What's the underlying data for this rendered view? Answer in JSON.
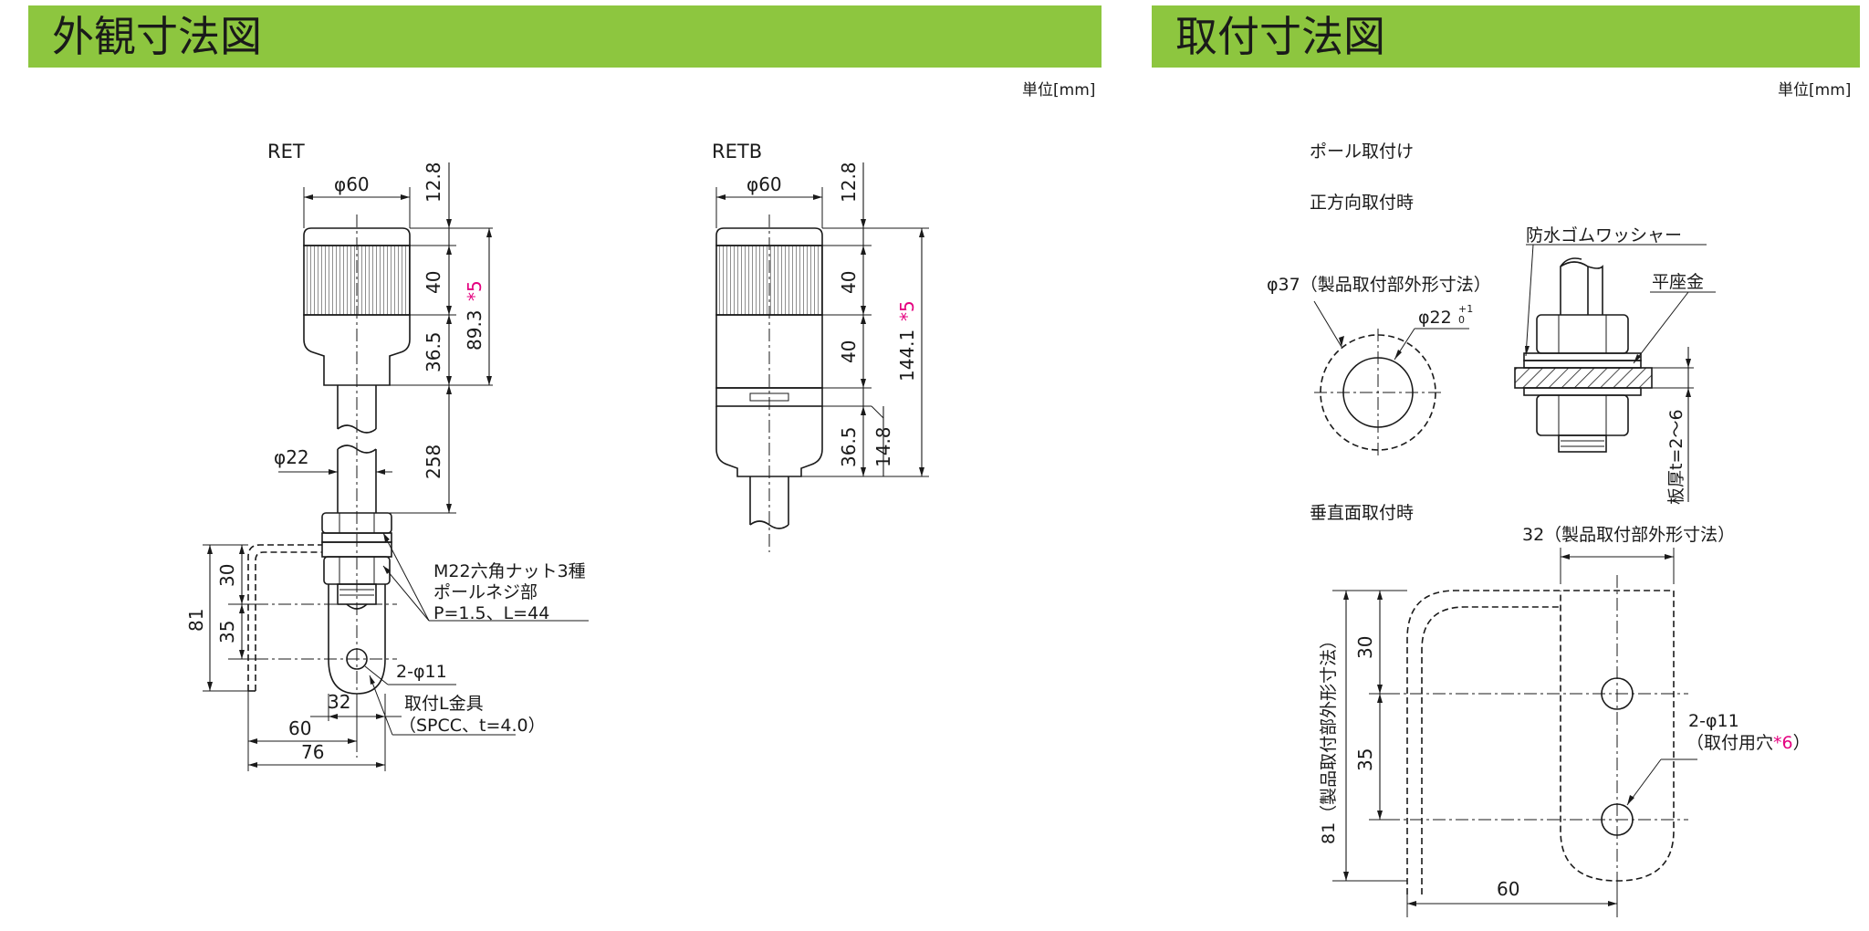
{
  "left_panel": {
    "title": "外観寸法図",
    "unit": "単位[mm]",
    "ret": {
      "model": "RET",
      "dia_top": "φ60",
      "dim_top": "12.8",
      "dim_lens": "40",
      "dim_body": "36.5",
      "dim_total": "89.3",
      "note_mark": "*5",
      "dim_pole": "258",
      "dia_pole": "φ22",
      "nut_label": "M22六角ナット3種",
      "thread_label": "ポールネジ部",
      "thread_spec": "P=1.5、L=44",
      "hole_label": "2-φ11",
      "bracket_label": "取付L金具",
      "bracket_spec": "（SPCC、t=4.0）",
      "dim_81": "81",
      "dim_30": "30",
      "dim_35": "35",
      "dim_32": "32",
      "dim_60": "60",
      "dim_76": "76"
    },
    "retb": {
      "model": "RETB",
      "dia_top": "φ60",
      "dim_top": "12.8",
      "dim_lens1": "40",
      "dim_lens2": "40",
      "dim_body": "36.5",
      "dim_small": "14.8",
      "dim_total": "144.1",
      "note_mark": "*5"
    }
  },
  "right_panel": {
    "title": "取付寸法図",
    "unit": "単位[mm]",
    "pole_mount": "ポール取付け",
    "front_mount": "正方向取付時",
    "hole_outer": "φ37（製品取付部外形寸法）",
    "hole_inner": "φ22",
    "tol_upper": "+1",
    "tol_lower": "0",
    "washer": "防水ゴムワッシャー",
    "flat_washer": "平座金",
    "plate_thickness": "板厚t=2～6",
    "vertical_mount": "垂直面取付時",
    "width_label": "32（製品取付部外形寸法）",
    "height_label": "81（製品取付部外形寸法）",
    "dim_30": "30",
    "dim_35": "35",
    "dim_60": "60",
    "hole_label": "2-φ11",
    "hole_note": "（取付用穴",
    "hole_note_mark": "*6",
    "hole_note_end": "）"
  },
  "colors": {
    "banner": "#8dc63f",
    "note_mark": "#e4007f",
    "line": "#1a1a1a"
  }
}
